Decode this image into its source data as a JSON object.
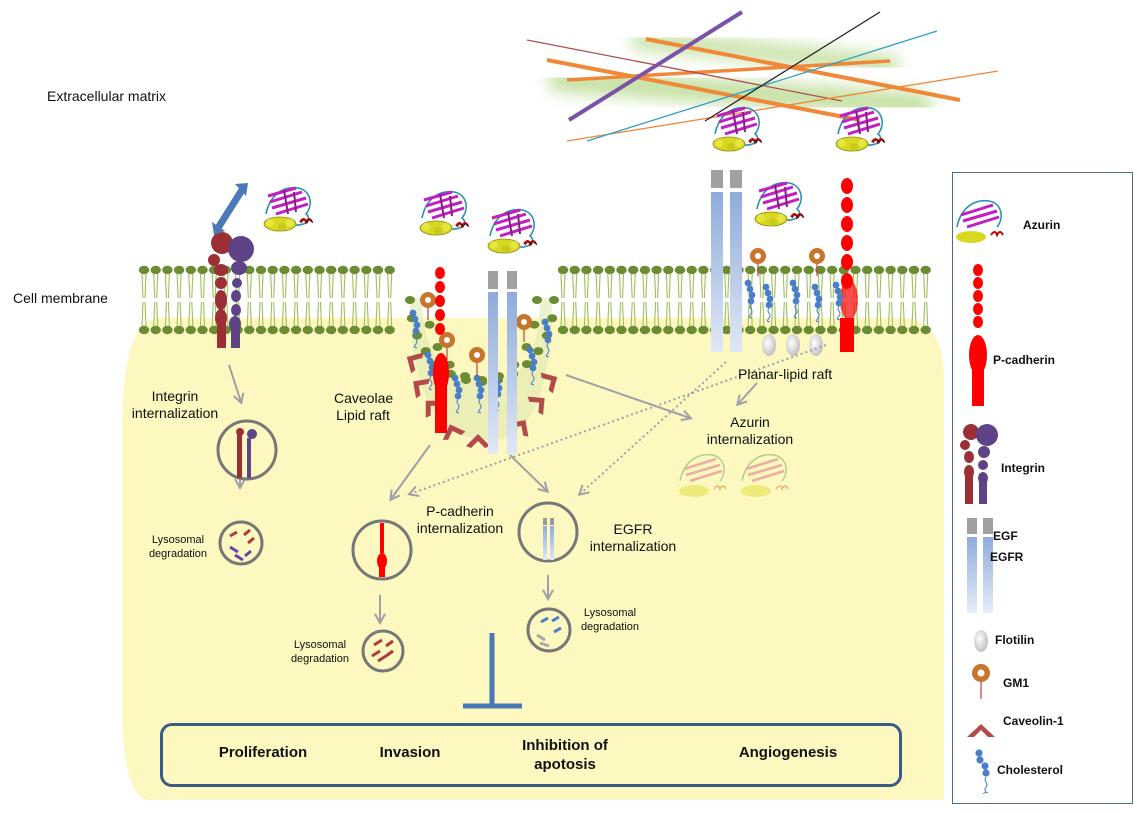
{
  "labels": {
    "extracellular_matrix": "Extracellular matrix",
    "cell_membrane": "Cell membrane",
    "caveolae_lipid_raft": [
      "Caveolae",
      "Lipid raft"
    ],
    "planar_lipid_raft": "Planar-lipid raft",
    "integrin_internalization": [
      "Integrin",
      "internalization"
    ],
    "pcadherin_internalization": [
      "P-cadherin",
      "internalization"
    ],
    "egfr_internalization": [
      "EGFR",
      "internalization"
    ],
    "azurin_internalization": [
      "Azurin",
      "internalization"
    ],
    "lysosomal_degradation": [
      "Lysosomal",
      "degradation"
    ]
  },
  "outcomes": [
    {
      "label": "Proliferation"
    },
    {
      "label": "Invasion"
    },
    {
      "label": "Inhibition of",
      "label2": "apotosis"
    },
    {
      "label": "Angiogenesis"
    }
  ],
  "legend": {
    "items": [
      {
        "label": "Azurin",
        "icon": "azurin-protein-icon"
      },
      {
        "label": "P-cadherin",
        "icon": "p-cadherin-icon"
      },
      {
        "label": "Integrin",
        "icon": "integrin-icon"
      },
      {
        "label": "EGF",
        "icon": "egf-icon"
      },
      {
        "label": "EGFR",
        "icon": "egfr-icon"
      },
      {
        "label": "Flotilin",
        "icon": "flotilin-icon"
      },
      {
        "label": "GM1",
        "icon": "gm1-icon"
      },
      {
        "label": "Caveolin-1",
        "icon": "caveolin-icon"
      },
      {
        "label": "Cholesterol",
        "icon": "cholesterol-icon"
      }
    ]
  },
  "colors": {
    "cytoplasm": "#fcf8c0",
    "lipid_head": "#6b8c32",
    "lipid_tail": "#9fbf5a",
    "p_cadherin": "#ff0000",
    "integrin_a": "#9c2f35",
    "integrin_b": "#5e4487",
    "egfr": "#9db5de",
    "egf": "#a0a0a0",
    "gm1": "#c7742c",
    "caveolin": "#b34b4b",
    "cholesterol": "#4a7fc7",
    "arrow": "#a0a0a8",
    "inhibit_bar": "#4a78b8",
    "frame": "#3a5b84"
  }
}
